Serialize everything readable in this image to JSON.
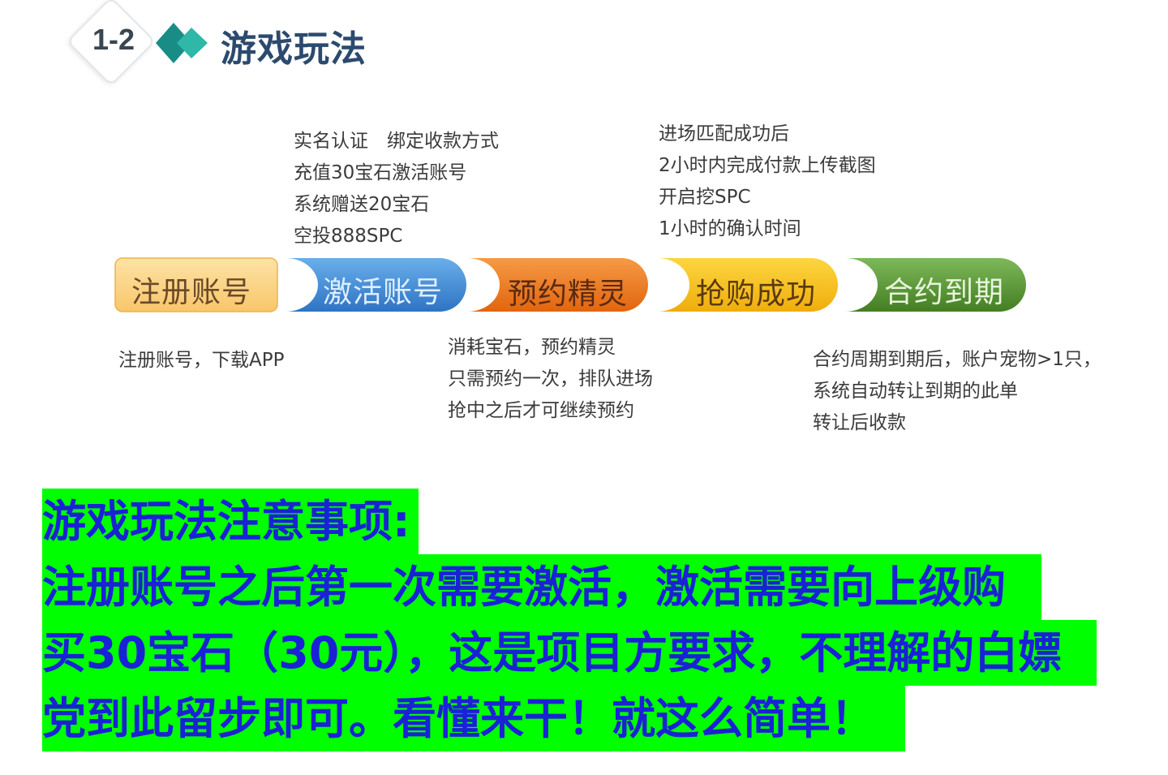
{
  "header": {
    "section_number": "1-2",
    "title": "游戏玩法"
  },
  "flow": {
    "stages": [
      {
        "label": "注册账号",
        "color": "#fbd489"
      },
      {
        "label": "激活账号",
        "color": "#4a8fd6"
      },
      {
        "label": "预约精灵",
        "color": "#ee7a1e"
      },
      {
        "label": "抢购成功",
        "color": "#f7c01a"
      },
      {
        "label": "合约到期",
        "color": "#5e9a35"
      }
    ],
    "notes_above": [
      {
        "lines": [
          "实名认证　绑定收款方式",
          "充值30宝石激活账号",
          "系统赠送20宝石",
          "空投888SPC"
        ]
      },
      {
        "lines": [
          "进场匹配成功后",
          "2小时内完成付款上传截图",
          "开启挖SPC",
          "1小时的确认时间"
        ]
      }
    ],
    "notes_below": [
      {
        "lines": [
          "注册账号，下载APP"
        ]
      },
      {
        "lines": [
          "消耗宝石，预约精灵",
          "只需预约一次，排队进场",
          "抢中之后才可继续预约"
        ]
      },
      {
        "lines": [
          "合约周期到期后，账户宠物>1只，",
          "系统自动转让到期的此单",
          "转让后收款"
        ]
      }
    ]
  },
  "notice": {
    "lines": [
      "游戏玩法注意事项:",
      "注册账号之后第一次需要激活，激活需要向上级购",
      "买30宝石（30元），这是项目方要求，不理解的白嫖",
      "党到此留步即可。看懂来干！就这么简单！"
    ],
    "highlight_color": "#00ff00",
    "text_color": "#1a22d6"
  }
}
